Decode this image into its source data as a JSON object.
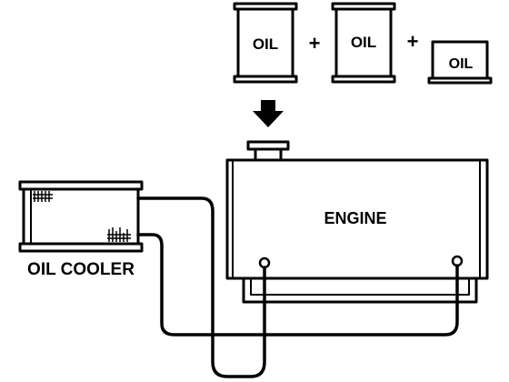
{
  "oil_containers": {
    "can1_label": "OIL",
    "can2_label": "OIL",
    "small_can_label": "OIL",
    "plus_signs": [
      "+",
      "+"
    ]
  },
  "engine": {
    "label": "ENGINE"
  },
  "oil_cooler": {
    "label": "OIL COOLER"
  },
  "colors": {
    "line": "#000000",
    "background": "#ffffff"
  }
}
